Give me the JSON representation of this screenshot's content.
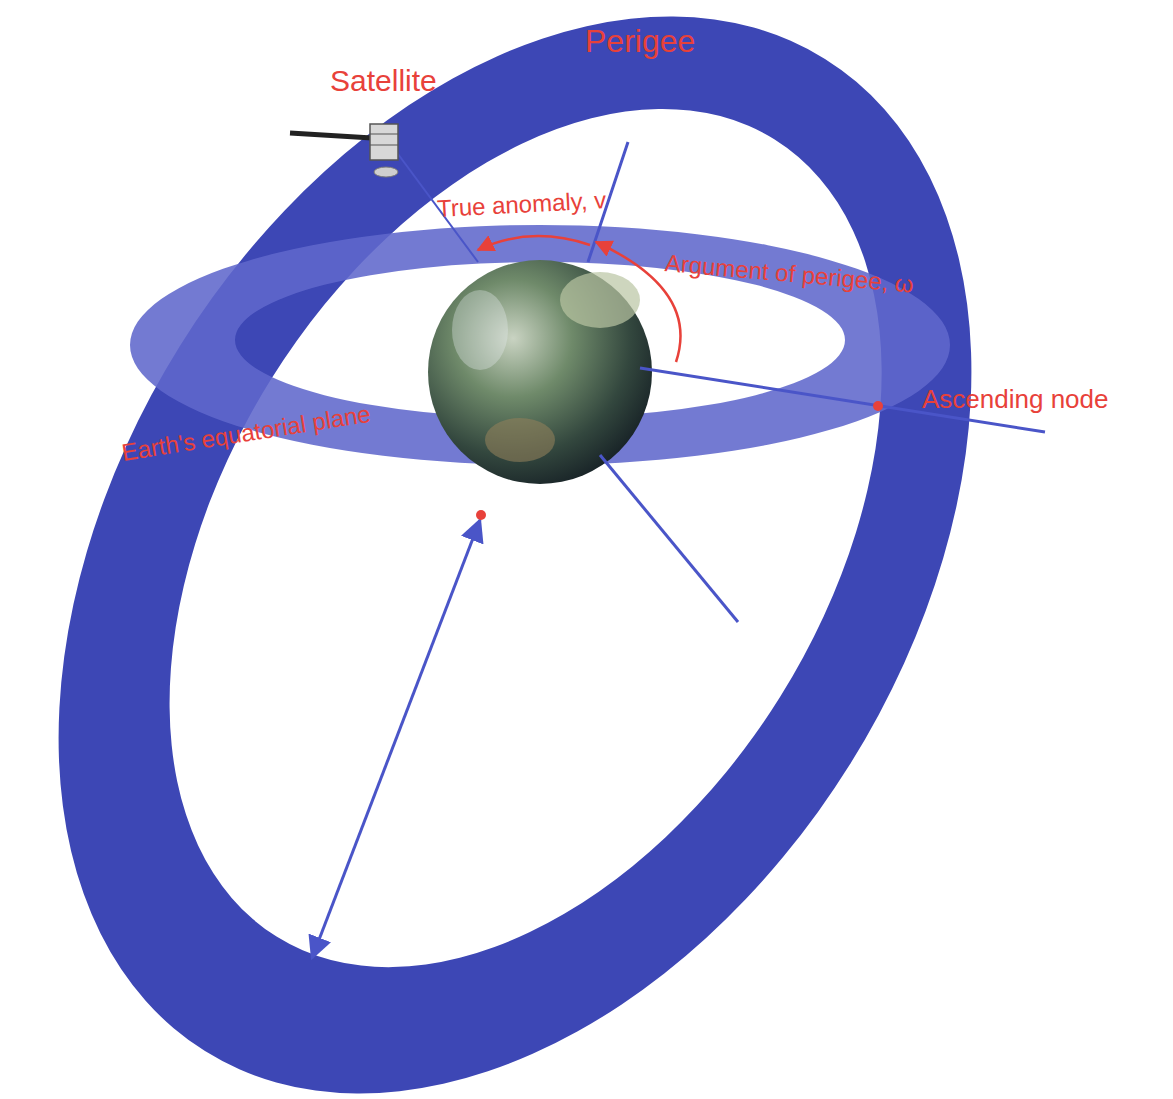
{
  "diagram": {
    "labels": [
      "Perigee",
      "Satellite",
      "True anomaly, v",
      "Argument of perigee, ω",
      "Ascending node",
      "Earth's equatorial plane"
    ]
  }
}
